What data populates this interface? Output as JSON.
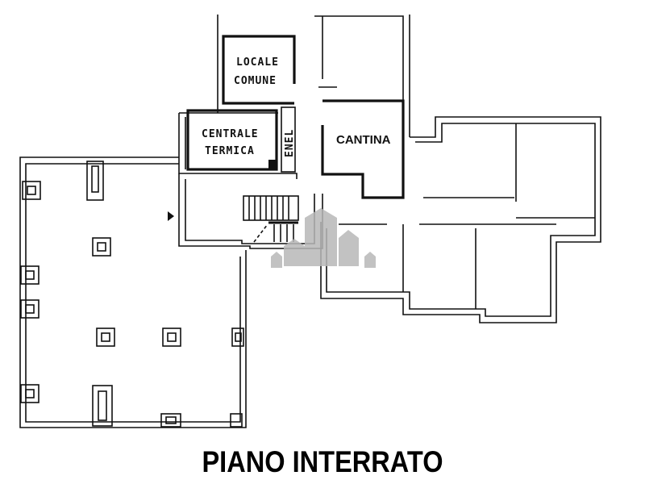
{
  "plan": {
    "title": "PIANO INTERRATO",
    "rooms": {
      "locale_comune": [
        "LOCALE",
        "COMUNE"
      ],
      "centrale_termica": [
        "CENTRALE",
        "TERMICA"
      ],
      "enel": "ENEL",
      "cantina": "CANTINA"
    },
    "colors": {
      "walls": "#111111",
      "watermark": "#b8b8b8"
    }
  }
}
